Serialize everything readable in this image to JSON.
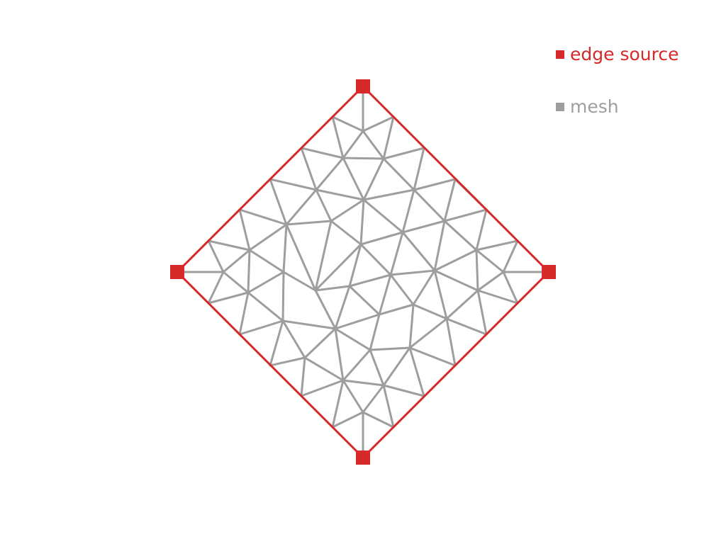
{
  "colors": {
    "edge": "#d42a2a",
    "mesh": "#9e9e9e",
    "background": "#ffffff"
  },
  "legend": {
    "edge_source": {
      "label": "edge source",
      "color": "#d42a2a"
    },
    "mesh": {
      "label": "mesh",
      "color": "#9e9e9e"
    }
  },
  "diagram": {
    "shape": "diamond",
    "boundary_corners": 4,
    "mesh_type": "triangulated"
  }
}
